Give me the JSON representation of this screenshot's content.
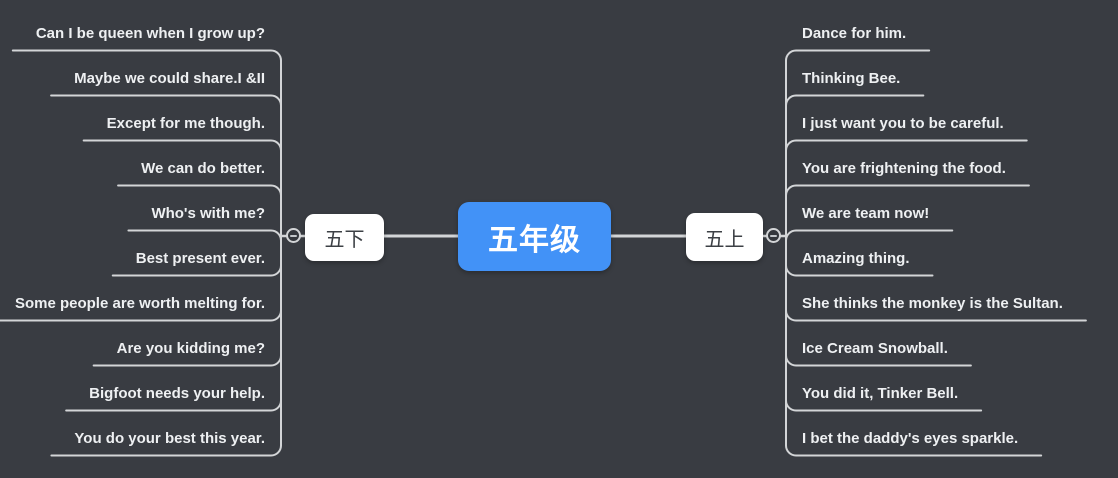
{
  "map": {
    "root": {
      "label": "五年级"
    },
    "branches": [
      {
        "label": "五下",
        "side": "left",
        "collapse_icon": "minus-icon",
        "items": [
          "Can I be queen when I grow up?",
          "Maybe we could share.I &II",
          "Except for me though.",
          "We can do better.",
          "Who's with me?",
          "Best present ever.",
          "Some people are worth melting for.",
          "Are you kidding me?",
          "Bigfoot needs your help.",
          "You do your best this year."
        ]
      },
      {
        "label": "五上",
        "side": "right",
        "collapse_icon": "minus-icon",
        "items": [
          "Dance for him.",
          "Thinking Bee.",
          "I just want you to be careful.",
          "You are frightening the food.",
          "We are team now!",
          "Amazing thing.",
          "She thinks the monkey is the Sultan.",
          "Ice Cream Snowball.",
          "You did it, Tinker Bell.",
          "I bet the daddy's eyes sparkle."
        ]
      }
    ],
    "colors": {
      "background": "#393c42",
      "root_node_bg": "#4292f7",
      "root_node_text": "#ffffff",
      "branch_node_bg": "#ffffff",
      "branch_node_text": "#3c4045",
      "leaf_text": "#eef0f2",
      "line": "#d3d5d7"
    }
  }
}
